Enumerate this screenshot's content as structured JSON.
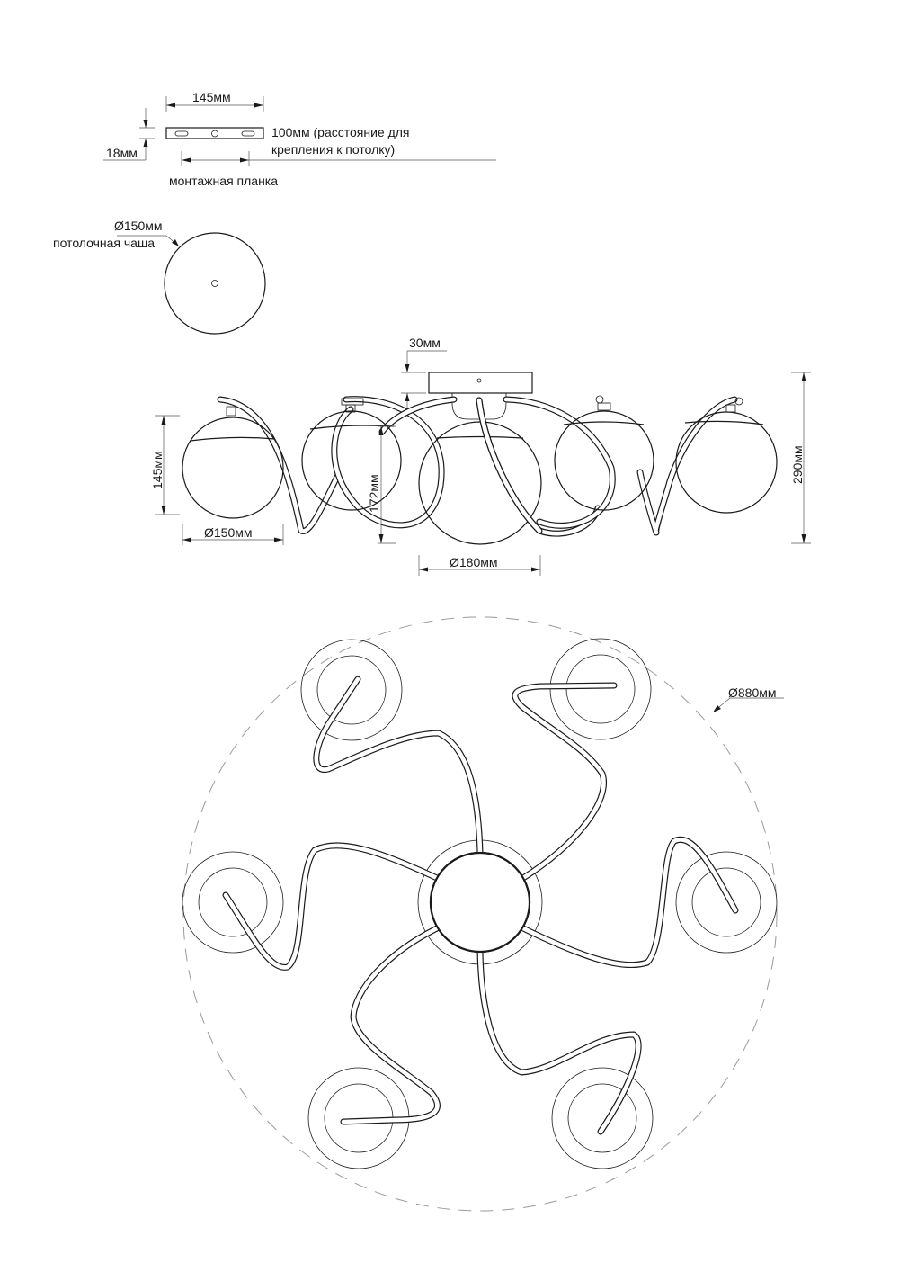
{
  "mounting_plate": {
    "width_label": "145мм",
    "height_label": "18мм",
    "spacing_label_line1": "100мм (расстояние для",
    "spacing_label_line2": "крепления к потолку)",
    "caption": "монтажная планка"
  },
  "ceiling_cup": {
    "diameter_label": "Ø150мм",
    "caption": "потолочная чаша"
  },
  "side_view": {
    "canopy_height_label": "30мм",
    "shade_height_label": "145мм",
    "drop_label": "172мм",
    "total_height_label": "290мм",
    "small_shade_diameter_label": "Ø150мм",
    "center_shade_diameter_label": "Ø180мм"
  },
  "top_view": {
    "overall_diameter_label": "Ø880мм",
    "arm_count": 6
  },
  "colors": {
    "line": "#1a1a1a",
    "dashed_outline": "#9a9a9a",
    "background": "#ffffff"
  }
}
